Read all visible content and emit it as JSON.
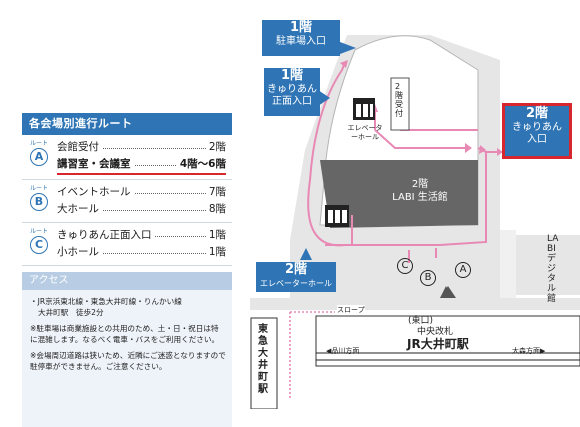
{
  "route_panel": {
    "title": "各会場別進行ルート",
    "route_word": "ルート",
    "routes": [
      {
        "letter": "A",
        "rows": [
          {
            "name": "会館受付",
            "floor": "2階"
          },
          {
            "name": "講習室・会議室",
            "floor": "4階〜6階"
          }
        ]
      },
      {
        "letter": "B",
        "rows": [
          {
            "name": "イベントホール",
            "floor": "7階"
          },
          {
            "name": "大ホール",
            "floor": "8階"
          }
        ]
      },
      {
        "letter": "C",
        "rows": [
          {
            "name": "きゅりあん正面入口",
            "floor": "1階"
          },
          {
            "name": "小ホール",
            "floor": "1階"
          }
        ]
      }
    ]
  },
  "access": {
    "title": "アクセス",
    "line1": "・JR京浜東北線・東急大井町線・りんかい線",
    "line2": "大井町駅　徒歩2分",
    "note1": "※駐車場は商業施設との共用のため、土・日・祝日は特に混雑します。なるべく電車・バスをご利用ください。",
    "note2": "※会場周辺道路は狭いため、近隣にご迷惑となりますので駐停車ができません。ご注意ください。"
  },
  "map": {
    "parking_entrance": {
      "floor": "1階",
      "text": "駐車場入口"
    },
    "front_entrance": {
      "floor": "1階",
      "line1": "きゅりあん",
      "line2": "正面入口"
    },
    "curian_entrance": {
      "floor": "2階",
      "line1": "きゅりあん",
      "line2": "入口"
    },
    "reception_2f": "2階受付",
    "elevator_hall": "エレベーターホール",
    "elevator_label_2f": {
      "floor": "2階",
      "text": "エレベーターホール"
    },
    "labi": {
      "floor": "2階",
      "text": "LABI 生活館"
    },
    "labi_digital": "LABI デジタル館",
    "slope": "スロープ",
    "east_exit": "(東口)",
    "central_gate": "中央改札",
    "jr_station": "JR大井町駅",
    "to_shinagawa": "品川方面",
    "to_kamata": "大森方面",
    "tokyu_station": "東急大井町駅",
    "markers": [
      "C",
      "B",
      "A"
    ]
  },
  "colors": {
    "accent_blue": "#2f75b5",
    "route_pink": "#e889b5",
    "highlight_red": "#d7262d",
    "building_gray": "#666666"
  }
}
